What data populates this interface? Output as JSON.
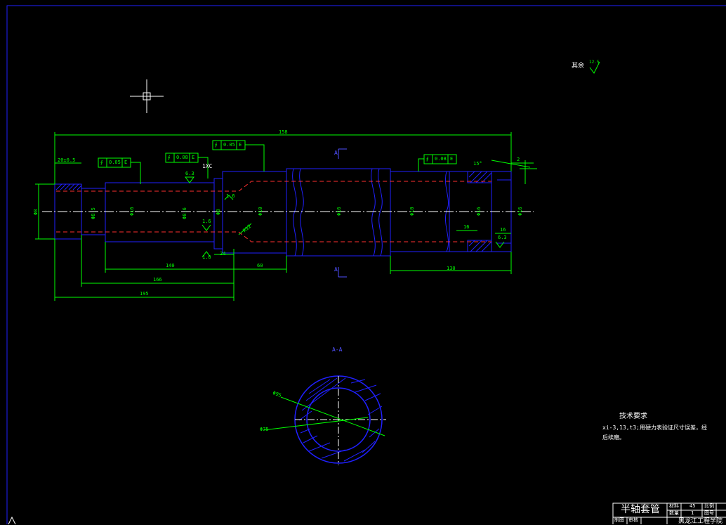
{
  "colors": {
    "background": "#000000",
    "outline": "#2020ff",
    "dimension": "#00ff00",
    "centerline": "#ff3030",
    "annotation": "#ffffff",
    "cursor": "#ffffff"
  },
  "icons": [
    "crosshair-cursor-icon",
    "surface-roughness-icon",
    "section-arrow-icon",
    "ucs-icon"
  ],
  "roughness": {
    "label": "其余",
    "value": "12.5"
  },
  "dimensions": {
    "overall_length": "158",
    "left_chamfer": "20±0.5",
    "len_140": "140",
    "len_166": "166",
    "len_195": "195",
    "len_60": "60",
    "len_24": "24",
    "len_130": "130",
    "len_16a": "16",
    "len_16b": "16",
    "len_2": "2",
    "angle_15": "15°",
    "chamfer_1x": "1XC",
    "dia_left": "Φ8",
    "dia_thread": "Φ8.5",
    "dia_mid": "Φ16",
    "dia_fit": "Φ8.6",
    "dia_h": "Φ8",
    "dia_main": "Φ10",
    "dia_big": "Φ16",
    "dia_end1": "Φ10",
    "dia_end2": "Φ16",
    "dia_end3": "Φ16",
    "radius": "R12",
    "rough_1": "6.3",
    "rough_2": "1.6",
    "rough_3": "1.6",
    "rough_4": "1.6",
    "rough_5": "6.3"
  },
  "tolerances": [
    {
      "symbol": "∮",
      "value": "0.05",
      "datum": "E"
    },
    {
      "symbol": "∮",
      "value": "0.08",
      "datum": "E"
    },
    {
      "symbol": "∮",
      "value": "0.05",
      "datum": "E"
    },
    {
      "symbol": "∮",
      "value": "0.08",
      "datum": "E"
    }
  ],
  "section": {
    "mark_top": "A",
    "mark_bottom": "A",
    "label": "A-A",
    "dia_outer": "Φ95",
    "dia_inner": "Φ75"
  },
  "tech_requirements": {
    "title": "技术要求",
    "line1": "xi-3,13,t3;用硬力表验证尺寸误差，经",
    "line2": "后续磨。"
  },
  "title_block": {
    "name": "半轴套管",
    "label_material": "材料",
    "value_material": "45",
    "label_scale": "比例",
    "label_qty": "数量",
    "value_qty": "1",
    "label_drawing": "图号",
    "label_designer": "制图",
    "label_checker": "审核",
    "school": "黑龙江工程学院"
  }
}
